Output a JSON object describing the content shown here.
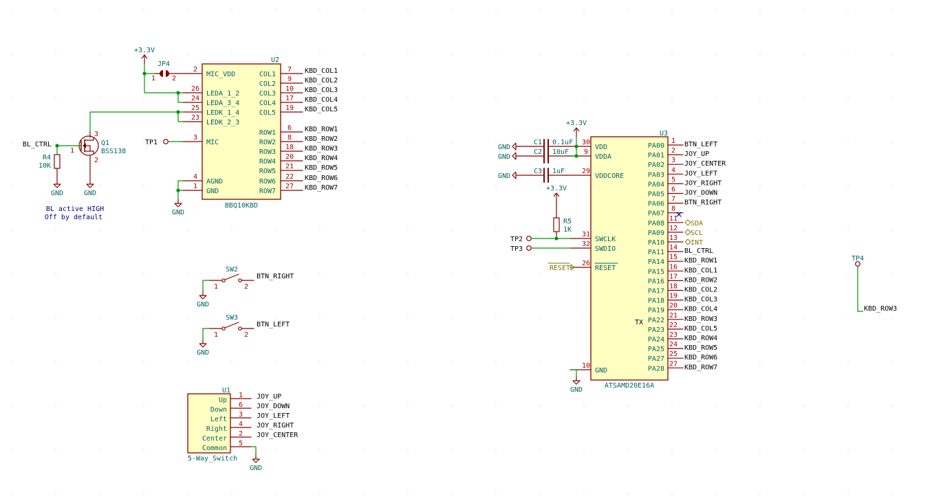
{
  "colors": {
    "wire": "#009600",
    "body": "#840000",
    "fill": "#ffffc2",
    "pin_num": "#a90000",
    "ref": "#006464",
    "net": "#000000",
    "power": "#840000",
    "note": "#000084",
    "hier": "#847200",
    "grid": "#b4b4b4"
  },
  "u2": {
    "ref": "U2",
    "value": "BBQ10KBD",
    "left_pins": [
      {
        "num": "2",
        "name": "MIC_VDD"
      },
      {
        "num": "26",
        "name": "LEDA_1_2"
      },
      {
        "num": "24",
        "name": "LEDA_3_4"
      },
      {
        "num": "25",
        "name": "LEDK_1_4"
      },
      {
        "num": "23",
        "name": "LEDK_2_3"
      },
      {
        "num": "3",
        "name": "MIC"
      },
      {
        "num": "4",
        "name": "AGND"
      },
      {
        "num": "1",
        "name": "GND"
      }
    ],
    "right_pins": [
      {
        "num": "7",
        "name": "COL1",
        "net": "KBD_COL1"
      },
      {
        "num": "9",
        "name": "COL2",
        "net": "KBD_COL2"
      },
      {
        "num": "10",
        "name": "COL3",
        "net": "KBD_COL3"
      },
      {
        "num": "17",
        "name": "COL4",
        "net": "KBD_COL4"
      },
      {
        "num": "19",
        "name": "COL5",
        "net": "KBD_COL5"
      },
      {
        "num": "6",
        "name": "ROW1",
        "net": "KBD_ROW1"
      },
      {
        "num": "8",
        "name": "ROW2",
        "net": "KBD_ROW2"
      },
      {
        "num": "18",
        "name": "ROW3",
        "net": "KBD_ROW3"
      },
      {
        "num": "20",
        "name": "ROW4",
        "net": "KBD_ROW4"
      },
      {
        "num": "21",
        "name": "ROW5",
        "net": "KBD_ROW5"
      },
      {
        "num": "22",
        "name": "ROW6",
        "net": "KBD_ROW6"
      },
      {
        "num": "27",
        "name": "ROW7",
        "net": "KBD_ROW7"
      }
    ]
  },
  "u3": {
    "ref": "U3",
    "value": "ATSAMD20E16A",
    "tx_label": "TX",
    "left_pins": [
      {
        "num": "30",
        "name": "VDD"
      },
      {
        "num": "9",
        "name": "VDDA"
      },
      {
        "num": "29",
        "name": "VDDCORE"
      },
      {
        "num": "31",
        "name": "SWCLK"
      },
      {
        "num": "32",
        "name": "SWDIO"
      },
      {
        "num": "26",
        "name": "RESET"
      },
      {
        "num": "10",
        "name": "GND"
      }
    ],
    "right_pins": [
      {
        "num": "1",
        "name": "PA00",
        "net": "BTN_LEFT"
      },
      {
        "num": "2",
        "name": "PA01",
        "net": "JOY_UP"
      },
      {
        "num": "3",
        "name": "PA02",
        "net": "JOY_CENTER"
      },
      {
        "num": "4",
        "name": "PA03",
        "net": "JOY_LEFT"
      },
      {
        "num": "5",
        "name": "PA04",
        "net": "JOY_RIGHT"
      },
      {
        "num": "6",
        "name": "PA05",
        "net": "JOY_DOWN"
      },
      {
        "num": "7",
        "name": "PA06",
        "net": "BTN_RIGHT"
      },
      {
        "num": "8",
        "name": "PA07",
        "net": ""
      },
      {
        "num": "11",
        "name": "PA08",
        "net": "SDA"
      },
      {
        "num": "12",
        "name": "PA09",
        "net": "SCL"
      },
      {
        "num": "13",
        "name": "PA10",
        "net": "INT"
      },
      {
        "num": "14",
        "name": "PA11",
        "net": "BL_CTRL"
      },
      {
        "num": "15",
        "name": "PA14",
        "net": "KBD_ROW1"
      },
      {
        "num": "16",
        "name": "PA15",
        "net": "KBD_COL1"
      },
      {
        "num": "17",
        "name": "PA16",
        "net": "KBD_ROW2"
      },
      {
        "num": "18",
        "name": "PA17",
        "net": "KBD_COL2"
      },
      {
        "num": "19",
        "name": "PA18",
        "net": "KBD_COL3"
      },
      {
        "num": "20",
        "name": "PA19",
        "net": "KBD_COL4"
      },
      {
        "num": "21",
        "name": "PA22",
        "net": "KBD_ROW3"
      },
      {
        "num": "22",
        "name": "PA23",
        "net": "KBD_COL5"
      },
      {
        "num": "23",
        "name": "PA24",
        "net": "KBD_ROW4"
      },
      {
        "num": "24",
        "name": "PA25",
        "net": "KBD_ROW5"
      },
      {
        "num": "25",
        "name": "PA27",
        "net": "KBD_ROW6"
      },
      {
        "num": "27",
        "name": "PA28",
        "net": "KBD_ROW7"
      }
    ]
  },
  "u1": {
    "ref": "U1",
    "value": "5-Way_Switch",
    "pins": [
      {
        "num": "1",
        "name": "Up",
        "net": "JOY_UP"
      },
      {
        "num": "6",
        "name": "Down",
        "net": "JOY_DOWN"
      },
      {
        "num": "3",
        "name": "Left",
        "net": "JOY_LEFT"
      },
      {
        "num": "4",
        "name": "Right",
        "net": "JOY_RIGHT"
      },
      {
        "num": "2",
        "name": "Center",
        "net": "JOY_CENTER"
      },
      {
        "num": "5",
        "name": "Common",
        "net": ""
      }
    ]
  },
  "power": {
    "v33": "+3.3V",
    "gnd": "GND"
  },
  "jp4": {
    "ref": "JP4",
    "pin1": "1",
    "pin2": "2"
  },
  "q1": {
    "ref": "Q1",
    "value": "BSS138",
    "pin_g": "1",
    "pin_d": "3",
    "pin_s": "2"
  },
  "r4": {
    "ref": "R4",
    "value": "10K"
  },
  "r5": {
    "ref": "R5",
    "value": "1K"
  },
  "c1": {
    "ref": "C1",
    "value": "0.1uF"
  },
  "c2": {
    "ref": "C2",
    "value": "10uF"
  },
  "c3": {
    "ref": "C3",
    "value": "1uF"
  },
  "tp1": {
    "ref": "TP1"
  },
  "tp2": {
    "ref": "TP2"
  },
  "tp3": {
    "ref": "TP3"
  },
  "tp4": {
    "ref": "TP4",
    "net": "KBD_ROW3"
  },
  "sw2": {
    "ref": "SW2",
    "pin1": "1",
    "pin2": "2",
    "net": "BTN_RIGHT"
  },
  "sw3": {
    "ref": "SW3",
    "pin1": "1",
    "pin2": "2",
    "net": "BTN_LEFT"
  },
  "labels": {
    "bl_ctrl": "BL_CTRL",
    "reset": "RESET"
  },
  "note": {
    "line1": "BL active HIGH",
    "line2": "Off by default"
  }
}
